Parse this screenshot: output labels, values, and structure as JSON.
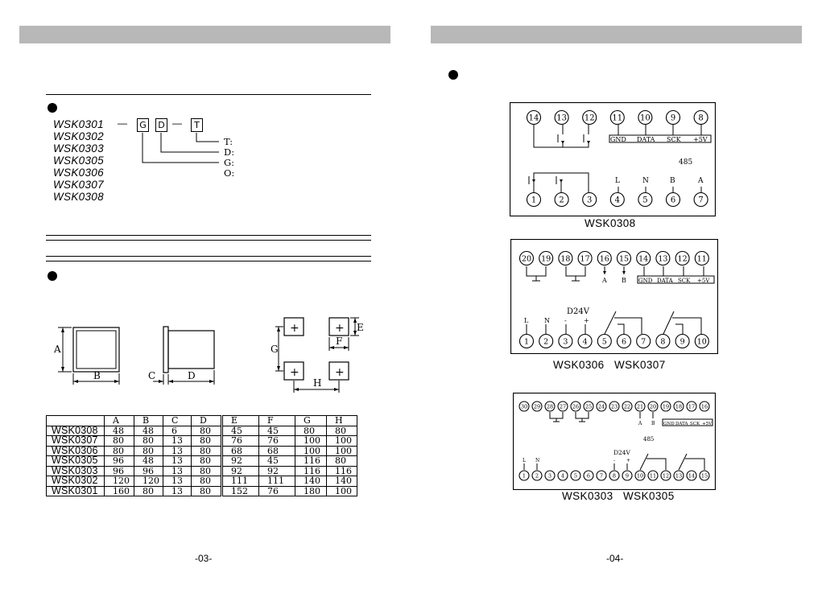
{
  "left_page": {
    "model_list": [
      "WSK0301",
      "WSK0302",
      "WSK0303",
      "WSK0305",
      "WSK0306",
      "WSK0307",
      "WSK0308"
    ],
    "code_base": "WSK0301",
    "code_dash": "—",
    "code_boxes": [
      "G",
      "D",
      "T"
    ],
    "code_legend": [
      "T:",
      "D:",
      "G:",
      "O:"
    ],
    "dim_labels": {
      "A": "A",
      "B": "B",
      "C": "C",
      "D": "D",
      "E": "E",
      "F": "F",
      "G": "G",
      "H": "H"
    },
    "plus": "+",
    "table": {
      "headers": [
        "",
        "A",
        "B",
        "C",
        "D",
        "E",
        "F",
        "G",
        "H"
      ],
      "rows": [
        [
          "WSK0308",
          "48",
          "48",
          "6",
          "80",
          "45",
          "45",
          "80",
          "80"
        ],
        [
          "WSK0307",
          "80",
          "80",
          "13",
          "80",
          "76",
          "76",
          "100",
          "100"
        ],
        [
          "WSK0306",
          "80",
          "80",
          "13",
          "80",
          "68",
          "68",
          "100",
          "100"
        ],
        [
          "WSK0305",
          "96",
          "48",
          "13",
          "80",
          "92",
          "45",
          "116",
          "80"
        ],
        [
          "WSK0303",
          "96",
          "96",
          "13",
          "80",
          "92",
          "92",
          "116",
          "116"
        ],
        [
          "WSK0302",
          "120",
          "120",
          "13",
          "80",
          "111",
          "111",
          "140",
          "140"
        ],
        [
          "WSK0301",
          "160",
          "80",
          "13",
          "80",
          "152",
          "76",
          "180",
          "100"
        ]
      ]
    },
    "page_number": "-03-"
  },
  "right_page": {
    "diagram1": {
      "top": [
        "14",
        "13",
        "12",
        "11",
        "10",
        "9",
        "8"
      ],
      "bottom": [
        "1",
        "2",
        "3",
        "4",
        "5",
        "6",
        "7"
      ],
      "bottom_labels": [
        "L",
        "N",
        "B",
        "A"
      ],
      "bus_labels": [
        "GND",
        "DATA",
        "SCK",
        "+5V"
      ],
      "bus_note": "485",
      "caption": "WSK0308"
    },
    "diagram2": {
      "top": [
        "20",
        "19",
        "18",
        "17",
        "16",
        "15",
        "14",
        "13",
        "12",
        "11"
      ],
      "bottom": [
        "1",
        "2",
        "3",
        "4",
        "5",
        "6",
        "7",
        "8",
        "9",
        "10"
      ],
      "top_labels": [
        "A",
        "B"
      ],
      "bottom_labels": [
        "L",
        "N",
        "-",
        "+"
      ],
      "bus_labels": [
        "GND",
        "DATA",
        "SCK",
        "+5V"
      ],
      "supply": "D24V",
      "caption": "WSK0306   WSK0307"
    },
    "diagram3": {
      "top": [
        "30",
        "29",
        "28",
        "27",
        "26",
        "25",
        "24",
        "23",
        "22",
        "21",
        "20",
        "19",
        "18",
        "17",
        "16"
      ],
      "bottom": [
        "1",
        "2",
        "3",
        "4",
        "5",
        "6",
        "7",
        "8",
        "9",
        "10",
        "11",
        "12",
        "13",
        "14",
        "15"
      ],
      "top_labels": [
        "A",
        "B"
      ],
      "bottom_labels": [
        "L",
        "N",
        "-",
        "+"
      ],
      "bus_labels": [
        "GND",
        "DATA",
        "SCK",
        "+5V"
      ],
      "bus_note": "485",
      "supply": "D24V",
      "caption": "WSK0303   WSK0305"
    },
    "page_number": "-04-"
  }
}
